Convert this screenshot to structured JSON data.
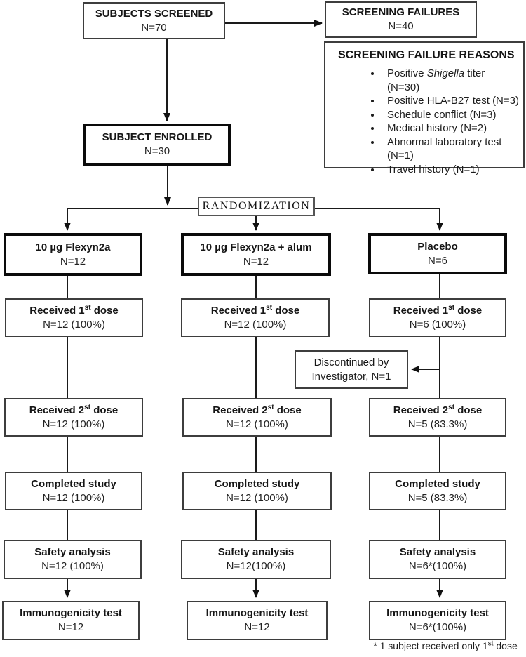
{
  "boxes": {
    "subjects_screened": {
      "title": "SUBJECTS SCREENED",
      "n": "N=70"
    },
    "screening_failures": {
      "title": "SCREENING FAILURES",
      "n": "N=40"
    },
    "failure_reasons": {
      "title": "SCREENING FAILURE REASONS",
      "items": [
        {
          "pre": "Positive ",
          "italic": "Shigella",
          "post": " titer (N=30)"
        },
        {
          "pre": "Positive HLA-B27 test (N=3)",
          "italic": "",
          "post": ""
        },
        {
          "pre": "Schedule conflict (N=3)",
          "italic": "",
          "post": ""
        },
        {
          "pre": "Medical history (N=2)",
          "italic": "",
          "post": ""
        },
        {
          "pre": "Abnormal laboratory test (N=1)",
          "italic": "",
          "post": ""
        },
        {
          "pre": "Travel history (N=1)",
          "italic": "",
          "post": ""
        }
      ]
    },
    "subject_enrolled": {
      "title": "SUBJECT ENROLLED",
      "n": "N=30"
    },
    "randomization": {
      "label": "RANDOMIZATION"
    },
    "arms": [
      {
        "title": "10 µg Flexyn2a",
        "n": "N=12"
      },
      {
        "title": "10 µg Flexyn2a + alum",
        "n": "N=12"
      },
      {
        "title": "Placebo",
        "n": "N=6"
      }
    ],
    "received1": [
      {
        "pre": "Received 1",
        "sup": "st",
        "post": " dose",
        "n": "N=12 (100%)"
      },
      {
        "pre": "Received 1",
        "sup": "st",
        "post": " dose",
        "n": "N=12 (100%)"
      },
      {
        "pre": "Received 1",
        "sup": "st",
        "post": " dose",
        "n": "N=6 (100%)"
      }
    ],
    "discontinued": {
      "line1": "Discontinued by",
      "line2": "Investigator, N=1"
    },
    "received2": [
      {
        "pre": "Received 2",
        "sup": "st",
        "post": " dose",
        "n": "N=12 (100%)"
      },
      {
        "pre": "Received 2",
        "sup": "st",
        "post": " dose",
        "n": "N=12 (100%)"
      },
      {
        "pre": "Received 2",
        "sup": "st",
        "post": " dose",
        "n": "N=5 (83.3%)"
      }
    ],
    "completed": [
      {
        "title": "Completed study",
        "n": "N=12 (100%)"
      },
      {
        "title": "Completed study",
        "n": "N=12 (100%)"
      },
      {
        "title": "Completed study",
        "n": "N=5 (83.3%)"
      }
    ],
    "safety": [
      {
        "title": "Safety analysis",
        "n": "N=12 (100%)"
      },
      {
        "title": "Safety analysis",
        "n": "N=12(100%)"
      },
      {
        "title": "Safety analysis",
        "n": "N=6*(100%)"
      }
    ],
    "immunogenicity": [
      {
        "title": "Immunogenicity test",
        "n": "N=12"
      },
      {
        "title": "Immunogenicity test",
        "n": "N=12"
      },
      {
        "title": "Immunogenicity test",
        "n": "N=6*(100%)"
      }
    ]
  },
  "footnote": {
    "pre": "* 1 subject received only 1",
    "sup": "st",
    "post": " dose"
  },
  "colors": {
    "line": "#1a1a1a",
    "thick_border": "#0a0a0a",
    "thin_border": "#3d3d3d",
    "background": "#ffffff"
  }
}
